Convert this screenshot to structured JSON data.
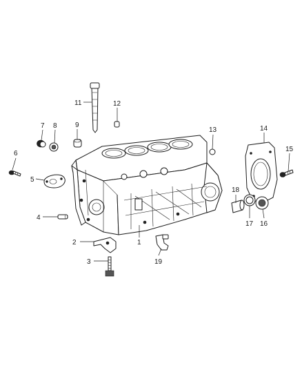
{
  "diagram": {
    "callouts": [
      {
        "id": "c1",
        "text": "1"
      },
      {
        "id": "c2",
        "text": "2"
      },
      {
        "id": "c3",
        "text": "3"
      },
      {
        "id": "c4",
        "text": "4"
      },
      {
        "id": "c5",
        "text": "5"
      },
      {
        "id": "c6",
        "text": "6"
      },
      {
        "id": "c7",
        "text": "7"
      },
      {
        "id": "c8",
        "text": "8"
      },
      {
        "id": "c9",
        "text": "9"
      },
      {
        "id": "c11",
        "text": "11"
      },
      {
        "id": "c12",
        "text": "12"
      },
      {
        "id": "c13",
        "text": "13"
      },
      {
        "id": "c14",
        "text": "14"
      },
      {
        "id": "c15",
        "text": "15"
      },
      {
        "id": "c16",
        "text": "16"
      },
      {
        "id": "c17",
        "text": "17"
      },
      {
        "id": "c18",
        "text": "18"
      },
      {
        "id": "c19",
        "text": "19"
      }
    ],
    "colors": {
      "line": "#1a1a1a",
      "background": "#ffffff"
    }
  }
}
